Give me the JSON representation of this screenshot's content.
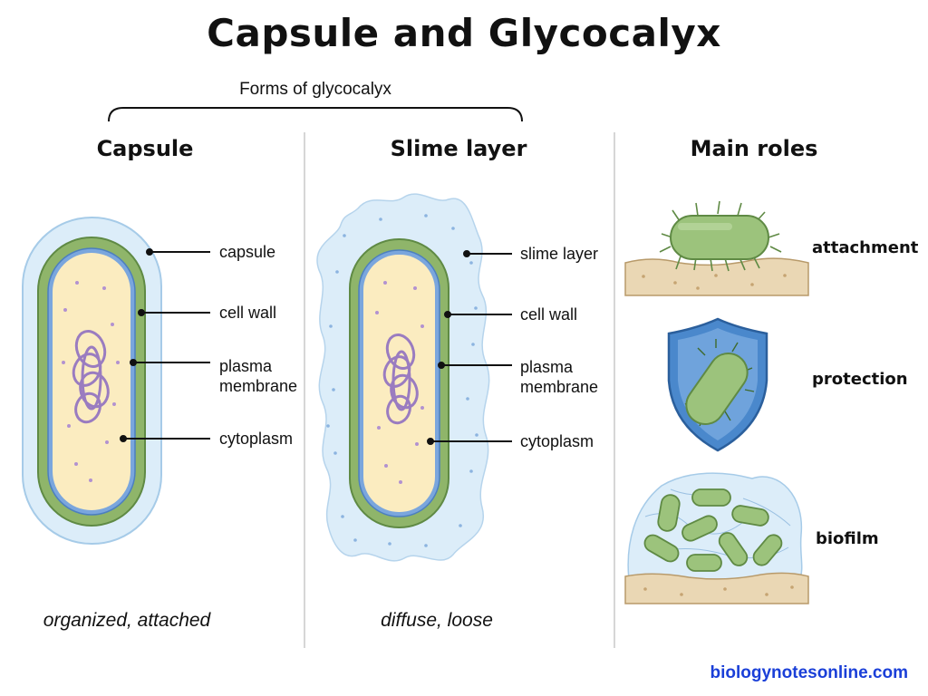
{
  "title": "Capsule and Glycocalyx",
  "brace_label": "Forms of glycocalyx",
  "columns": {
    "capsule": {
      "heading": "Capsule",
      "labels": {
        "capsule": "capsule",
        "cell_wall": "cell wall",
        "plasma_membrane_1": "plasma",
        "plasma_membrane_2": "membrane",
        "cytoplasm": "cytoplasm"
      },
      "caption": "organized, attached"
    },
    "slime": {
      "heading": "Slime layer",
      "labels": {
        "slime_layer": "slime layer",
        "cell_wall": "cell wall",
        "plasma_membrane_1": "plasma",
        "plasma_membrane_2": "membrane",
        "cytoplasm": "cytoplasm"
      },
      "caption": "diffuse, loose"
    },
    "roles": {
      "heading": "Main roles",
      "items": [
        "attachment",
        "protection",
        "biofilm"
      ]
    }
  },
  "footer": "biologynotesonline.com",
  "colors": {
    "capsule_fill": "#dcedf9",
    "cell_wall": "#8fb56a",
    "membrane": "#7aa6dd",
    "cytoplasm": "#fbecc0",
    "dna": "#9a7cc0",
    "bacterium": "#9cc37c",
    "shield": "#4a88cc",
    "soil": "#ead7b4",
    "footer_link": "#1a3fd8"
  }
}
